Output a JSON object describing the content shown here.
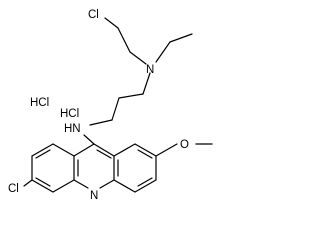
{
  "molecule": {
    "atoms": {
      "cl_top": "Cl",
      "n_amine": "N",
      "nh": "HN",
      "o_methoxy": "O",
      "cl_ring": "Cl",
      "n_ring": "N",
      "hcl_1": "HCl",
      "hcl_2": "HCl"
    }
  },
  "colors": {
    "bond": "#000000",
    "background": "#ffffff"
  }
}
